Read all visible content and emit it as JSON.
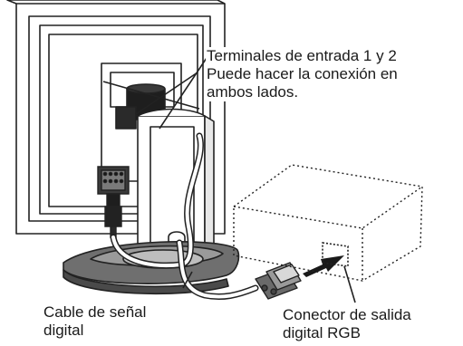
{
  "figure": {
    "labels": {
      "terminals": [
        "Terminales de entrada 1 y 2",
        "Puede hacer la conexión en",
        "ambos lados."
      ],
      "cable": [
        "Cable de señal",
        "digital"
      ],
      "connector": [
        "Conector de salida",
        "digital RGB"
      ]
    }
  }
}
